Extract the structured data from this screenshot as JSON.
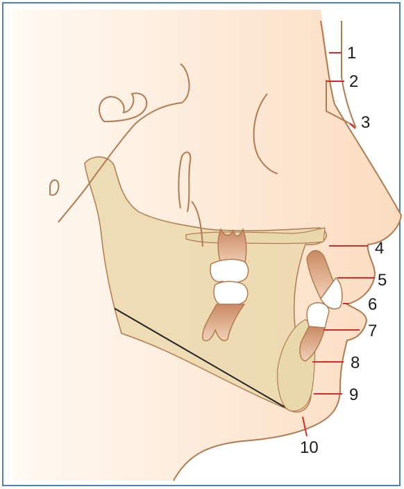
{
  "diagram": {
    "measurement_labels": [
      "1",
      "2",
      "3",
      "4",
      "5",
      "6",
      "7",
      "8",
      "9",
      "10"
    ]
  },
  "colors": {
    "frame_border": "#4f7fb8",
    "skin_fill": "#fbe3cc",
    "bone_fill": "#ead8ad",
    "outline": "#b07a50",
    "measure_line": "#d42a2a",
    "reference_line": "#222222",
    "tooth_crown": "#ffffff",
    "tooth_root": "#d9a07a"
  }
}
